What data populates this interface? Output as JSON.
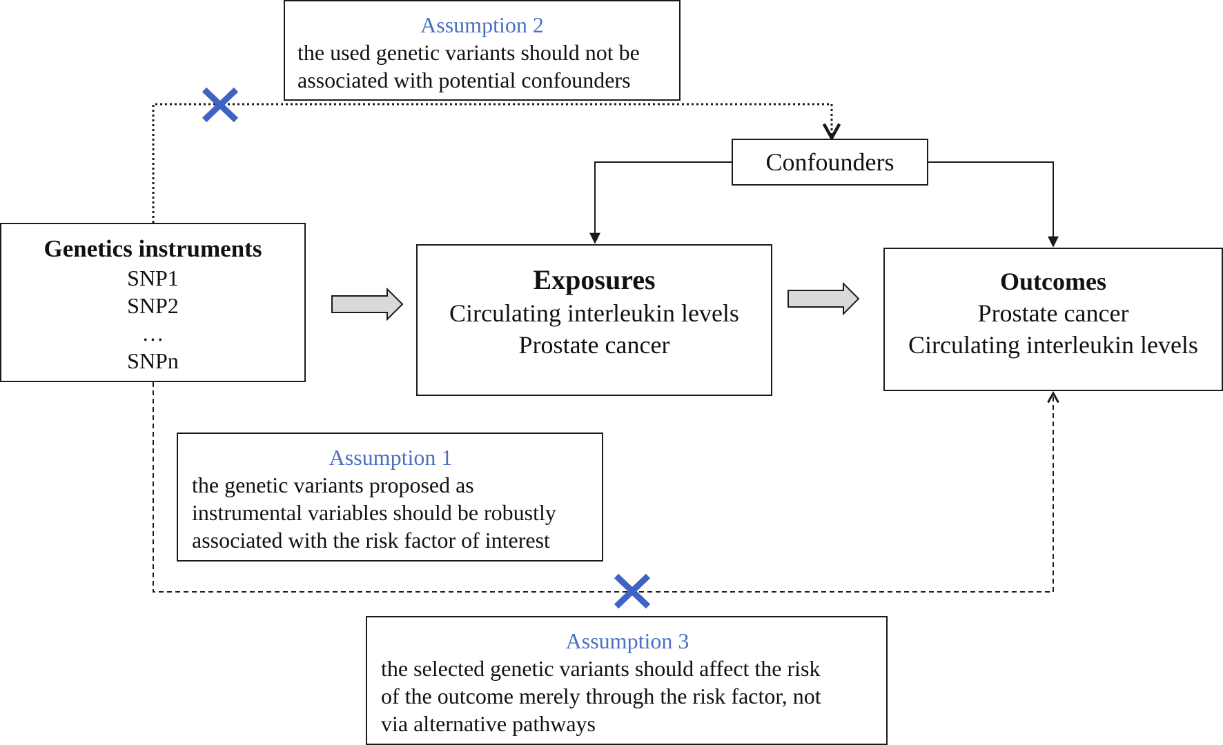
{
  "assumption2": {
    "title": "Assumption 2",
    "lines": [
      "the used genetic variants should not be",
      "associated with potential confounders"
    ]
  },
  "confounders": {
    "label": "Confounders"
  },
  "genetics": {
    "title": "Genetics instruments",
    "items": [
      "SNP1",
      "SNP2",
      "…",
      "SNPn"
    ]
  },
  "exposures": {
    "title": "Exposures",
    "items": [
      "Circulating interleukin levels",
      "Prostate cancer"
    ]
  },
  "outcomes": {
    "title": "Outcomes",
    "items": [
      "Prostate cancer",
      "Circulating interleukin levels"
    ]
  },
  "assumption1": {
    "title": "Assumption 1",
    "lines": [
      "the genetic variants proposed as",
      "instrumental variables should be robustly",
      "associated with the risk factor of interest"
    ]
  },
  "assumption3": {
    "title": "Assumption 3",
    "lines": [
      "the selected genetic variants should affect the risk",
      "of the outcome merely through the risk factor, not",
      "via alternative pathways"
    ]
  },
  "colors": {
    "assumption_title": "#4a6fc1",
    "cross": "#3e63c2",
    "block_arrow_fill": "#d9d9d9",
    "line": "#1a1a1a"
  },
  "icons": {
    "violation_mark": "cross-icon",
    "flow_arrow": "block-arrow-icon"
  }
}
